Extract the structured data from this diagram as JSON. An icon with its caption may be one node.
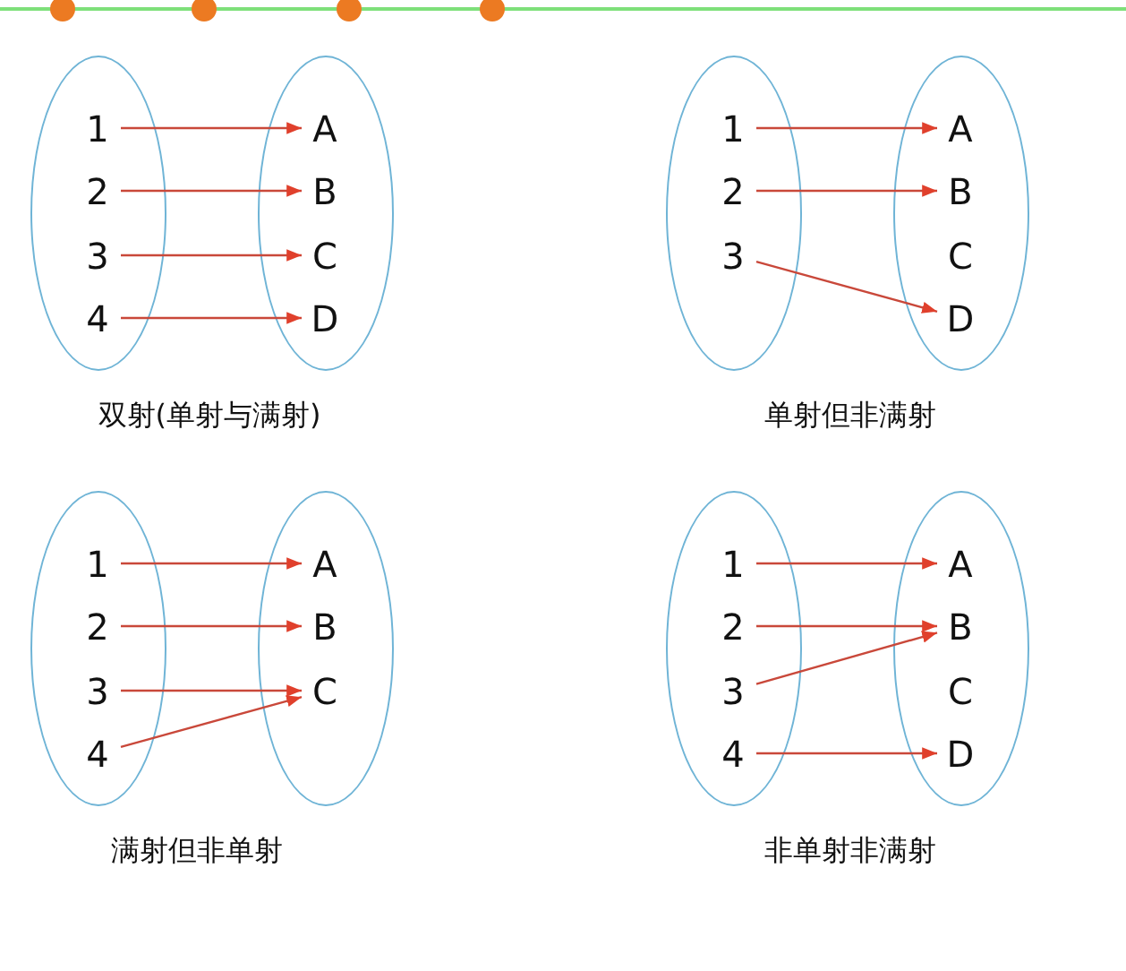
{
  "diagram": {
    "nodes": [
      {
        "text": [],
        "shape": "ellipse"
      },
      {
        "text": [
          "1"
        ],
        "in": 0
      },
      {
        "text": [
          "2"
        ],
        "in": 0
      },
      {
        "text": [
          "3"
        ],
        "in": 0
      },
      {
        "text": [
          "4"
        ],
        "in": 0
      },
      {
        "text": [],
        "shape": "ellipse"
      },
      {
        "text": [
          "A"
        ],
        "in": 5
      },
      {
        "text": [
          "B"
        ],
        "in": 5
      },
      {
        "text": [
          "C"
        ],
        "in": 5
      },
      {
        "text": [
          "D"
        ],
        "in": 5
      },
      {
        "text": [],
        "shape": "ellipse"
      },
      {
        "text": [
          "1"
        ],
        "in": 10
      },
      {
        "text": [
          "2"
        ],
        "in": 10
      },
      {
        "text": [
          "3"
        ],
        "in": 10
      },
      {
        "text": [],
        "shape": "ellipse"
      },
      {
        "text": [
          "A"
        ],
        "in": 14
      },
      {
        "text": [
          "B"
        ],
        "in": 14
      },
      {
        "text": [
          "C"
        ],
        "in": 14
      },
      {
        "text": [
          "D"
        ],
        "in": 14
      },
      {
        "text": [],
        "shape": "ellipse"
      },
      {
        "text": [
          "1"
        ],
        "in": 19
      },
      {
        "text": [
          "2"
        ],
        "in": 19
      },
      {
        "text": [
          "3"
        ],
        "in": 19
      },
      {
        "text": [
          "4"
        ],
        "in": 19
      },
      {
        "text": [],
        "shape": "ellipse"
      },
      {
        "text": [
          "A"
        ],
        "in": 24
      },
      {
        "text": [
          "B"
        ],
        "in": 24
      },
      {
        "text": [
          "C"
        ],
        "in": 24
      },
      {
        "text": [],
        "shape": "ellipse"
      },
      {
        "text": [
          "1"
        ],
        "in": 28
      },
      {
        "text": [
          "2"
        ],
        "in": 28
      },
      {
        "text": [
          "3"
        ],
        "in": 28
      },
      {
        "text": [
          "4"
        ],
        "in": 28
      },
      {
        "text": [],
        "shape": "ellipse"
      },
      {
        "text": [
          "A"
        ],
        "in": 33
      },
      {
        "text": [
          "B"
        ],
        "in": 33
      },
      {
        "text": [
          "C"
        ],
        "in": 33
      },
      {
        "text": [
          "D"
        ],
        "in": 33
      }
    ],
    "edges": [
      {
        "from": 1,
        "to": 6,
        "arrow": "to"
      },
      {
        "from": 2,
        "to": 7,
        "arrow": "to"
      },
      {
        "from": 3,
        "to": 8,
        "arrow": "to"
      },
      {
        "from": 4,
        "to": 9,
        "arrow": "to"
      },
      {
        "from": 11,
        "to": 15,
        "arrow": "to"
      },
      {
        "from": 12,
        "to": 16,
        "arrow": "to"
      },
      {
        "from": 13,
        "to": 18,
        "arrow": "to"
      },
      {
        "from": 20,
        "to": 25,
        "arrow": "to"
      },
      {
        "from": 21,
        "to": 26,
        "arrow": "to"
      },
      {
        "from": 22,
        "to": 27,
        "arrow": "to"
      },
      {
        "from": 23,
        "to": 27,
        "arrow": "to"
      },
      {
        "from": 29,
        "to": 34,
        "arrow": "to"
      },
      {
        "from": 30,
        "to": 35,
        "arrow": "to"
      },
      {
        "from": 31,
        "to": 35,
        "arrow": "to"
      },
      {
        "from": 32,
        "to": 37,
        "arrow": "to"
      }
    ],
    "labels": [
      "双射(单射与满射)",
      "单射但非满射",
      "满射但非单射",
      "非单射非满射"
    ]
  }
}
